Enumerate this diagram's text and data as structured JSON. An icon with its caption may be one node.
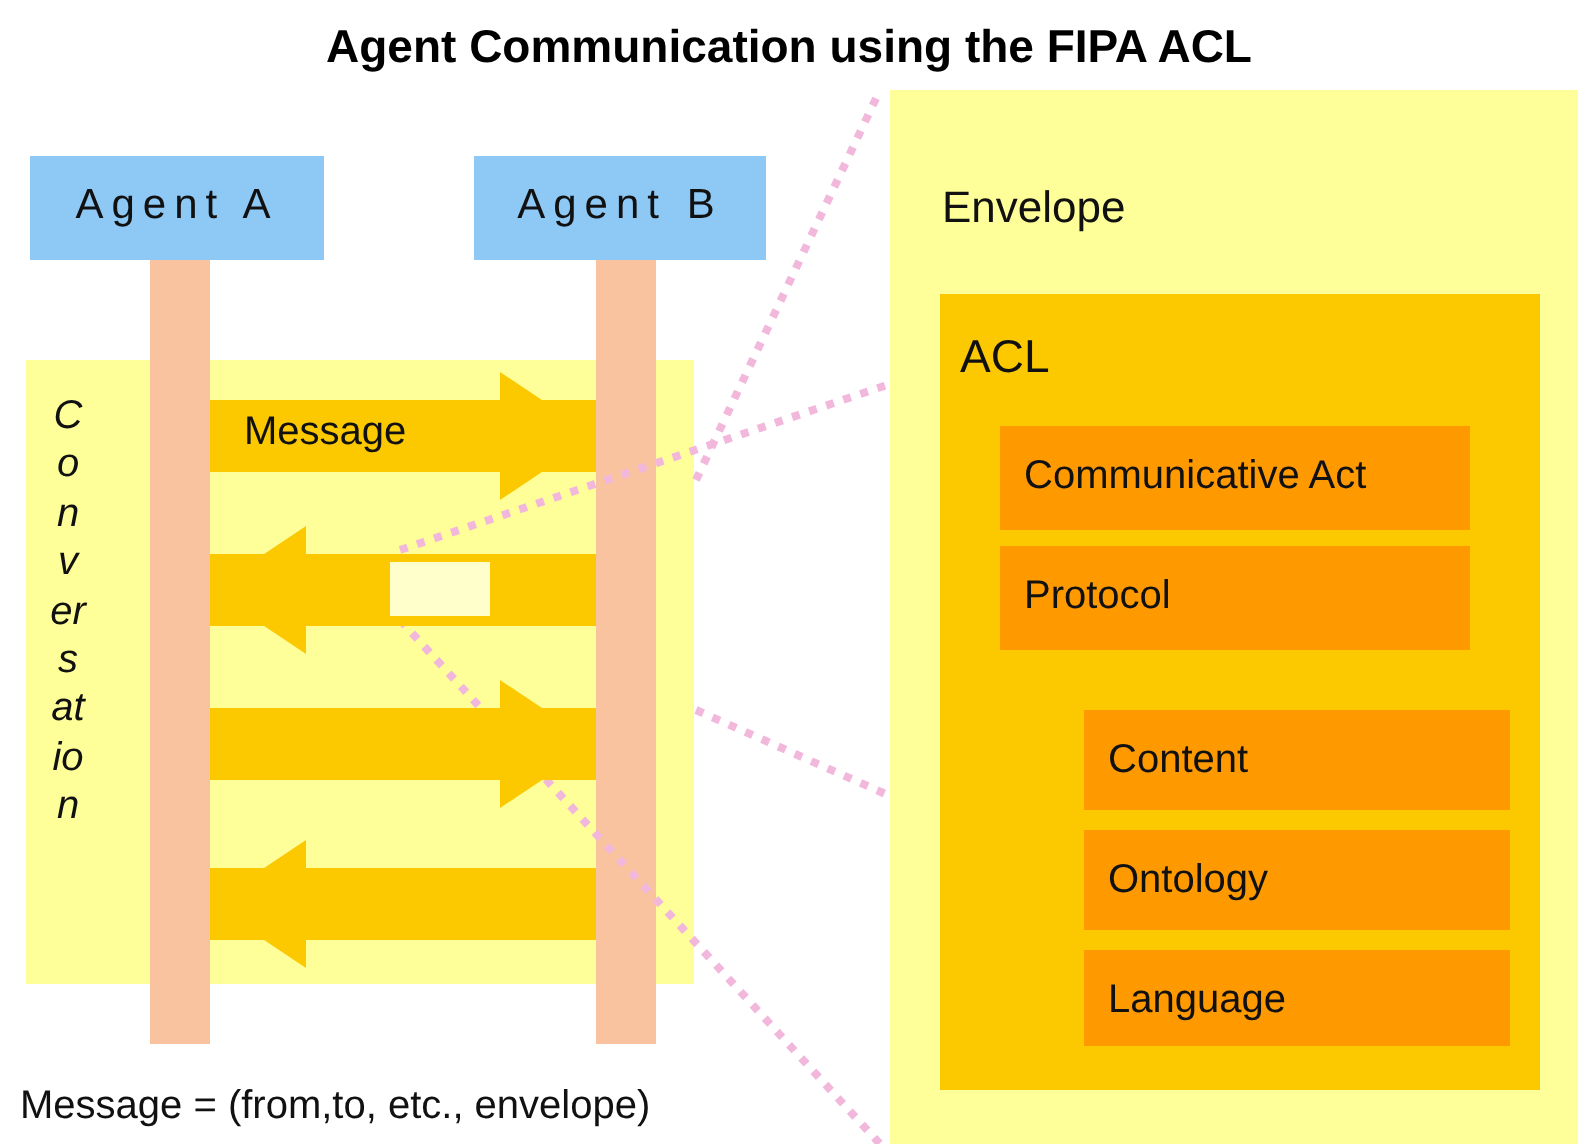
{
  "diagram": {
    "title": "Agent Communication using the FIPA ACL",
    "nodes": [
      {
        "text": [
          "Agent A"
        ]
      },
      {
        "text": [
          "Agent B"
        ]
      },
      {
        "text": [],
        "shape": "bar"
      },
      {
        "text": [],
        "shape": "bar"
      },
      {
        "text": [
          "Envelope"
        ]
      },
      {
        "text": [
          "ACL"
        ],
        "in": 4
      },
      {
        "text": [
          "Communicative Act"
        ],
        "in": 5
      },
      {
        "text": [
          "Protocol"
        ],
        "in": 5
      },
      {
        "text": [
          "Content"
        ],
        "in": 5
      },
      {
        "text": [
          "Ontology"
        ],
        "in": 5
      },
      {
        "text": [
          "Language"
        ],
        "in": 5
      }
    ],
    "edges": [
      {
        "from": 2,
        "to": 3,
        "arrow": "to",
        "label": "Message"
      },
      {
        "from": 3,
        "to": 2,
        "arrow": "to"
      },
      {
        "from": 2,
        "to": 3,
        "arrow": "to"
      },
      {
        "from": 3,
        "to": 2,
        "arrow": "to"
      }
    ],
    "labels": [
      "Conversation",
      "Message = (from,to, etc., envelope)"
    ]
  }
}
